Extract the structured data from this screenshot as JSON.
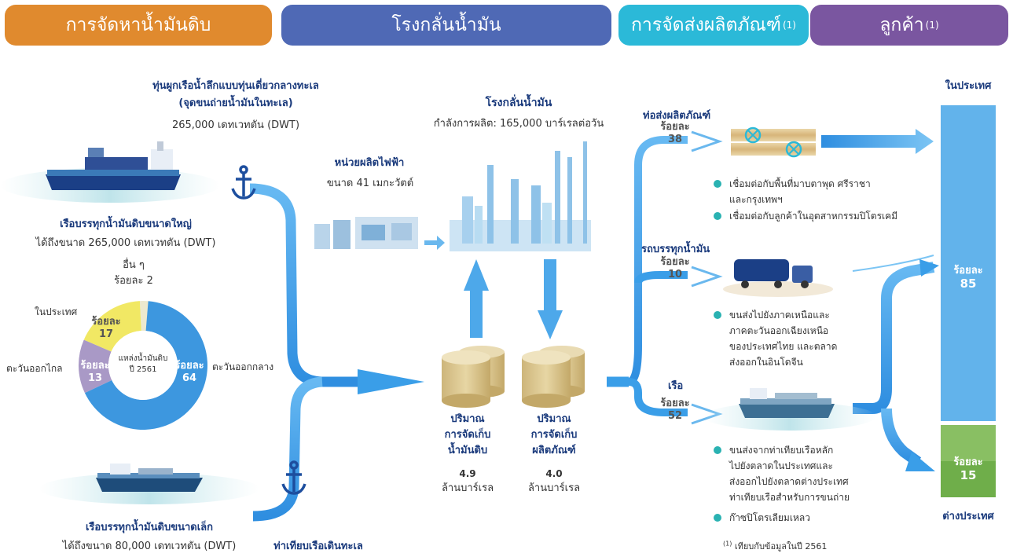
{
  "headers": {
    "crude_supply": "การจัดหาน้ำมันดิบ",
    "refinery": "โรงกลั่นน้ำมัน",
    "distribution": "การจัดส่งผลิตภัณฑ์",
    "distribution_note": "(1)",
    "customers": "ลูกค้า",
    "customers_note": "(1)"
  },
  "mooring": {
    "title_line1": "ทุ่นผูกเรือน้ำลึกแบบทุ่นเดี่ยวกลางทะเล",
    "title_line2": "(จุดขนถ่ายน้ำมันในทะเล)",
    "capacity": "265,000 เดทเวทตัน (DWT)"
  },
  "large_vessel": {
    "title": "เรือบรรทุกน้ำมันดิบขนาดใหญ่",
    "capacity": "ได้ถึงขนาด 265,000 เดทเวทตัน (DWT)"
  },
  "small_vessel": {
    "title": "เรือบรรทุกน้ำมันดิบขนาดเล็ก",
    "capacity": "ได้ถึงขนาด 80,000 เดทเวทตัน (DWT)"
  },
  "port_label": "ท่าเทียบเรือเดินทะเล",
  "donut": {
    "center_line1": "แหล่งน้ำมันดิบ",
    "center_line2": "ปี 2561",
    "pct_word": "ร้อยละ",
    "segments": [
      {
        "label": "ตะวันออกกลาง",
        "value": 64,
        "color": "#3d97df"
      },
      {
        "label": "ตะวันออกไกล",
        "value": 13,
        "color": "#a999c6"
      },
      {
        "label": "ในประเทศ",
        "value": 17,
        "color": "#f1e864"
      },
      {
        "label": "อื่น ๆ",
        "value": 2,
        "color": "#ede9cf"
      }
    ],
    "others_line1": "อื่น ๆ",
    "others_line2": "ร้อยละ 2"
  },
  "power_unit": {
    "title": "หน่วยผลิตไฟฟ้า",
    "capacity": "ขนาด 41 เมกะวัตต์"
  },
  "refinery": {
    "title": "โรงกลั่นน้ำมัน",
    "capacity": "กำลังการผลิต: 165,000 บาร์เรลต่อวัน"
  },
  "storage_crude": {
    "line1": "ปริมาณ",
    "line2": "การจัดเก็บ",
    "line3": "น้ำมันดิบ",
    "value": "4.9",
    "unit": "ล้านบาร์เรล"
  },
  "storage_product": {
    "line1": "ปริมาณ",
    "line2": "การจัดเก็บ",
    "line3": "ผลิตภัณฑ์",
    "value": "4.0",
    "unit": "ล้านบาร์เรล"
  },
  "pipeline": {
    "title": "ท่อส่งผลิตภัณฑ์",
    "pct_word": "ร้อยละ",
    "pct": "38",
    "bullets": [
      "เชื่อมต่อกับพื้นที่มาบตาพุด ศรีราชา",
      "และกรุงเทพฯ",
      "เชื่อมต่อกับลูกค้าในอุตสาหกรรมปิโตรเคมี"
    ]
  },
  "truck": {
    "title": "รถบรรทุกน้ำมัน",
    "pct_word": "ร้อยละ",
    "pct": "10",
    "bullets": [
      "ขนส่งไปยังภาคเหนือและ",
      "ภาคตะวันออกเฉียงเหนือ",
      "ของประเทศไทย และตลาด",
      "ส่งออกในอินโดจีน"
    ]
  },
  "ship": {
    "title": "เรือ",
    "pct_word": "ร้อยละ",
    "pct": "52",
    "bullets": [
      "ขนส่งจากท่าเทียบเรือหลัก",
      "ไปยังตลาดในประเทศและ",
      "ส่งออกไปยังตลาดต่างประเทศ",
      "ท่าเทียบเรือสำหรับการขนถ่าย",
      "ก๊าซปิโตรเลียมเหลว"
    ]
  },
  "customers": {
    "domestic_label": "ในประเทศ",
    "domestic_pct_word": "ร้อยละ",
    "domestic_pct": "85",
    "foreign_label": "ต่างประเทศ",
    "foreign_pct_word": "ร้อยละ",
    "foreign_pct": "15"
  },
  "footnote": {
    "mark": "(1)",
    "text": "เทียบกับข้อมูลในปี 2561"
  },
  "colors": {
    "header_orange": "#e08a2e",
    "header_blue": "#4f69b5",
    "header_cyan": "#2bb9d8",
    "header_purple": "#7a56a0",
    "flow_blue": "#3a9ee8",
    "navy_text": "#1a3a7c",
    "bullet_teal": "#2ab2b2",
    "foreign_green": "#6fae4a"
  }
}
